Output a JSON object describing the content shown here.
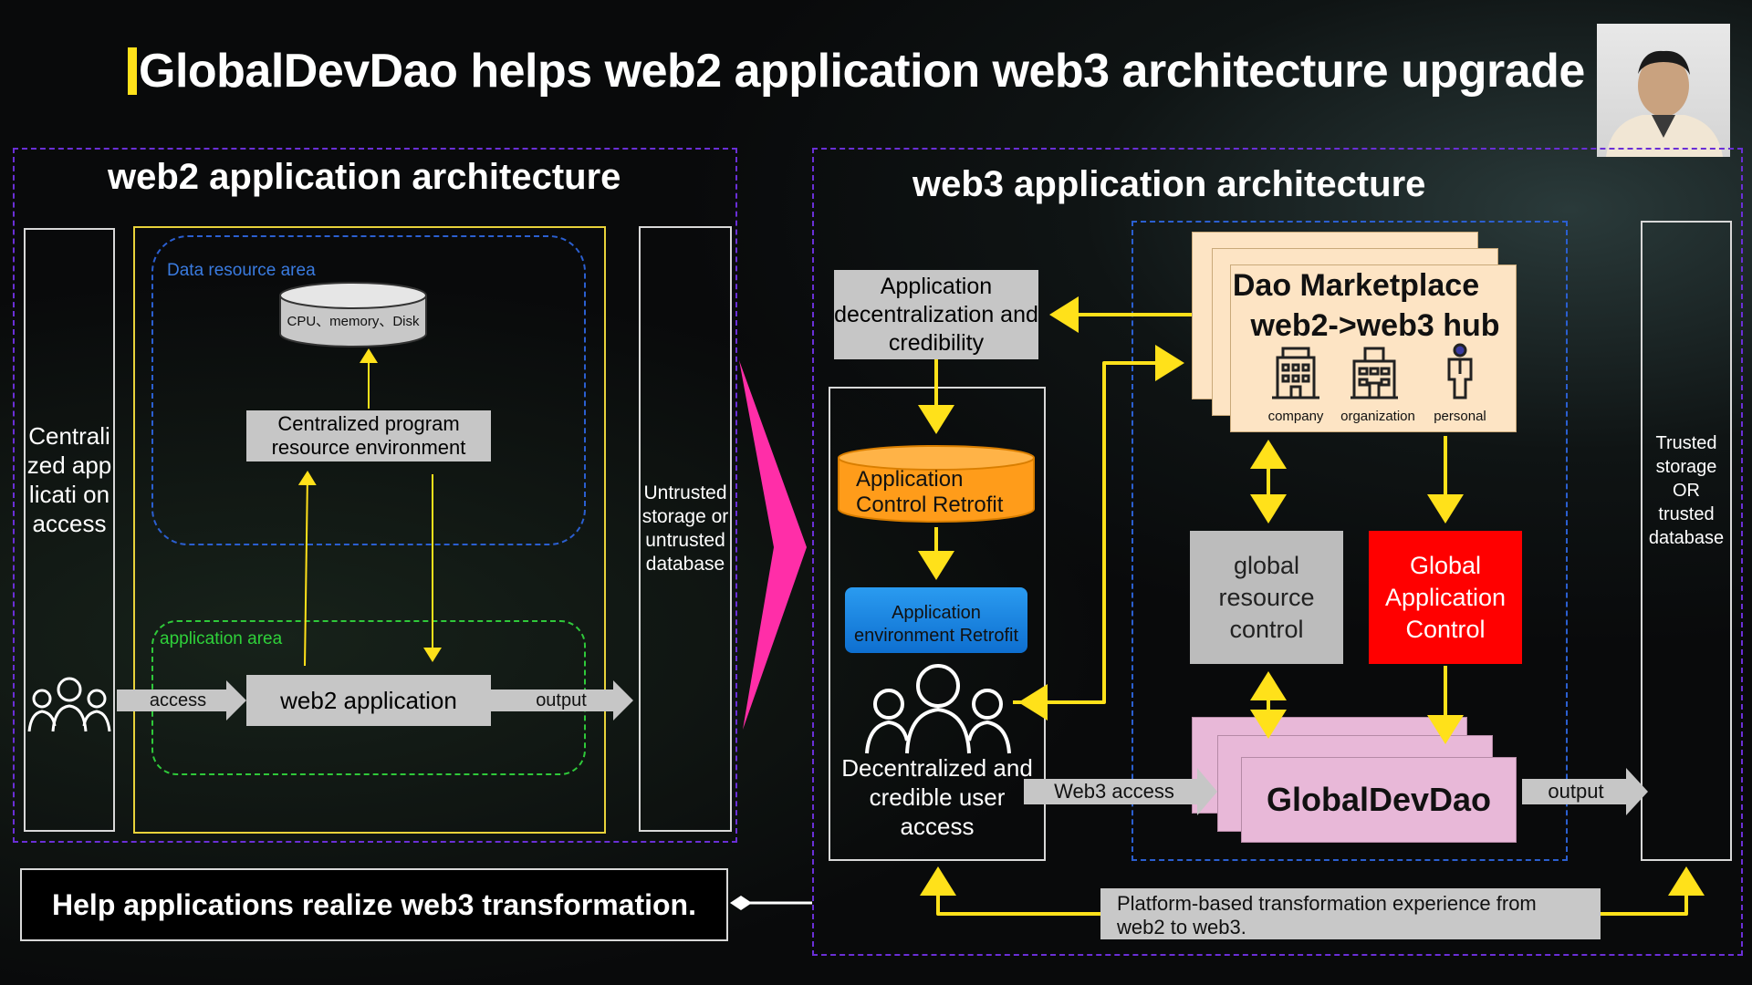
{
  "title": "GlobalDevDao helps web2 application web3 architecture upgrade",
  "web2": {
    "heading": "web2 application architecture",
    "left_column": "Centrali zed applicati on access",
    "data_area_label": "Data resource area",
    "cylinder": "CPU、memory、Disk",
    "central_env": "Centralized program resource environment",
    "app_area_label": "application area",
    "web2_app": "web2 application",
    "access": "access",
    "output": "output",
    "right_column": "Untrusted storage or untrusted database"
  },
  "web3": {
    "heading": "web3 application architecture",
    "app_decentral": "Application decentralization and credibility",
    "control_retrofit": "Application Control Retrofit",
    "env_retrofit": "Application environment Retrofit",
    "user_access": "Decentralized and credible user access",
    "web3_access": "Web3 access",
    "marketplace_line1": "Dao Marketplace",
    "marketplace_line2": "web2->web3 hub",
    "company": "company",
    "organization": "organization",
    "personal": "personal",
    "global_resource": "global resource control",
    "global_app_control": "Global Application Control",
    "globaldevdao": "GlobalDevDao",
    "output": "output",
    "right_column": "Trusted storage OR trusted database",
    "platform_note": "Platform-based transformation experience from web2 to web3."
  },
  "bottom_banner": "Help applications realize web3 transformation.",
  "colors": {
    "accent_yellow": "#ffe11a",
    "purple_dash": "#6a2fd6",
    "orange": "#ff9c1a",
    "blue": "#1a86e6",
    "red": "#ff0000",
    "pink": "#ff2ea8"
  }
}
